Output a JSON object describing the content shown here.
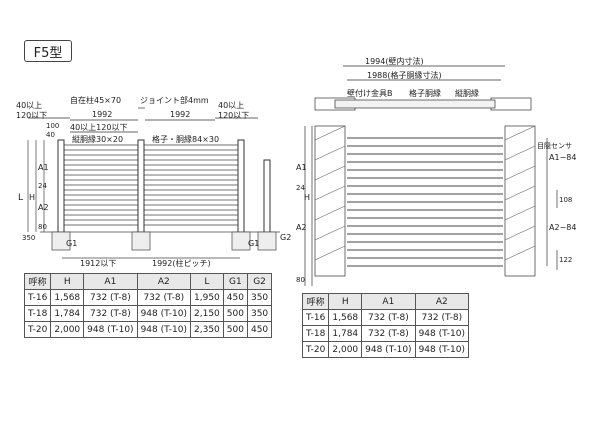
{
  "model_title": "F5型",
  "front_view": {
    "pillar": "自在柱45×70",
    "joint": "ジョイント部4mm",
    "w1992a": "1992",
    "w1992b": "1992",
    "gap40_left": "40以上",
    "gap120_left": "120以下",
    "gap40_right": "40以上",
    "gap120_right": "120以下",
    "gap_mid": "40以上120以下",
    "dim100": "100",
    "dim40": "40",
    "tate_dobuchi": "縦胴縁30×20",
    "koshi_dobuchi": "格子・胴縁84×30",
    "L": "L",
    "H": "H",
    "A1": "A1",
    "A2": "A2",
    "d24": "24",
    "d80": "80",
    "d350": "350",
    "G1": "G1",
    "G2": "G2",
    "bottom_left": "1912以下",
    "bottom_right": "1992(柱ピッチ)"
  },
  "detail_view": {
    "w1994": "1994(壁内寸法)",
    "w1988": "1988(格子胴縁寸法)",
    "kabe_kanagu": "壁付け金具B",
    "koshi": "格子胴縁",
    "tate": "縦胴縁",
    "A1": "A1",
    "A2": "A2",
    "H": "H",
    "d24": "24",
    "d80": "80",
    "A1_84": "A1−84",
    "A2_84": "A2−84",
    "d108": "108",
    "d122": "122",
    "sensor": "目隠センサ"
  },
  "table_left": {
    "headers": [
      "呼称",
      "H",
      "A1",
      "A2",
      "L",
      "G1",
      "G2"
    ],
    "rows": [
      [
        "T-16",
        "1,568",
        "732 (T-8)",
        "732 (T-8)",
        "1,950",
        "450",
        "350"
      ],
      [
        "T-18",
        "1,784",
        "732 (T-8)",
        "948 (T-10)",
        "2,150",
        "500",
        "350"
      ],
      [
        "T-20",
        "2,000",
        "948 (T-10)",
        "948 (T-10)",
        "2,350",
        "500",
        "450"
      ]
    ]
  },
  "table_right": {
    "headers": [
      "呼称",
      "H",
      "A1",
      "A2"
    ],
    "rows": [
      [
        "T-16",
        "1,568",
        "732 (T-8)",
        "732 (T-8)"
      ],
      [
        "T-18",
        "1,784",
        "732 (T-8)",
        "948 (T-10)"
      ],
      [
        "T-20",
        "2,000",
        "948 (T-10)",
        "948 (T-10)"
      ]
    ]
  }
}
